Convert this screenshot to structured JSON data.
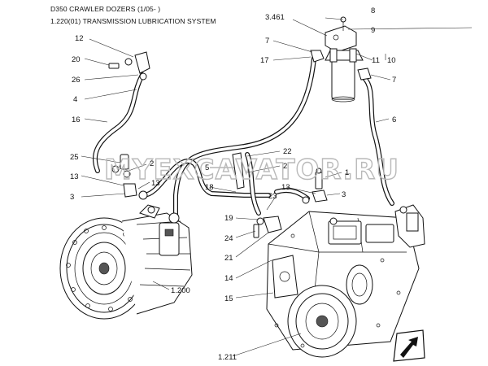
{
  "header": {
    "line1": "D350 CRAWLER DOZERS (1/05- )",
    "line2": "1.220(01) TRANSMISSION LUBRICATION SYSTEM"
  },
  "watermark": "MYEXCAVATOR.RU",
  "callouts": {
    "c8": "8",
    "c3461": "3.461",
    "c9": "9",
    "c12": "12",
    "c7a": "7",
    "c20": "20",
    "c17": "17",
    "c11": "11",
    "c10": "10",
    "c26": "26",
    "c7b": "7",
    "c4": "4",
    "c6": "6",
    "c16": "16",
    "c22": "22",
    "c25": "25",
    "c2a": "2",
    "c5": "5",
    "c2b": "2",
    "c1": "1",
    "c13a": "13",
    "c13b": "13",
    "c18": "18",
    "c13c": "13",
    "c3a": "3",
    "c23": "23",
    "c3b": "3",
    "c19": "19",
    "c24": "24",
    "c1200": "1.200",
    "c21": "21",
    "c14": "14",
    "c15": "15",
    "c1211": "1.211"
  },
  "colors": {
    "ink": "#111111",
    "watermark": "#b9b9b9",
    "background": "#ffffff"
  },
  "icons": {
    "corner": "arrow-nav-icon"
  }
}
